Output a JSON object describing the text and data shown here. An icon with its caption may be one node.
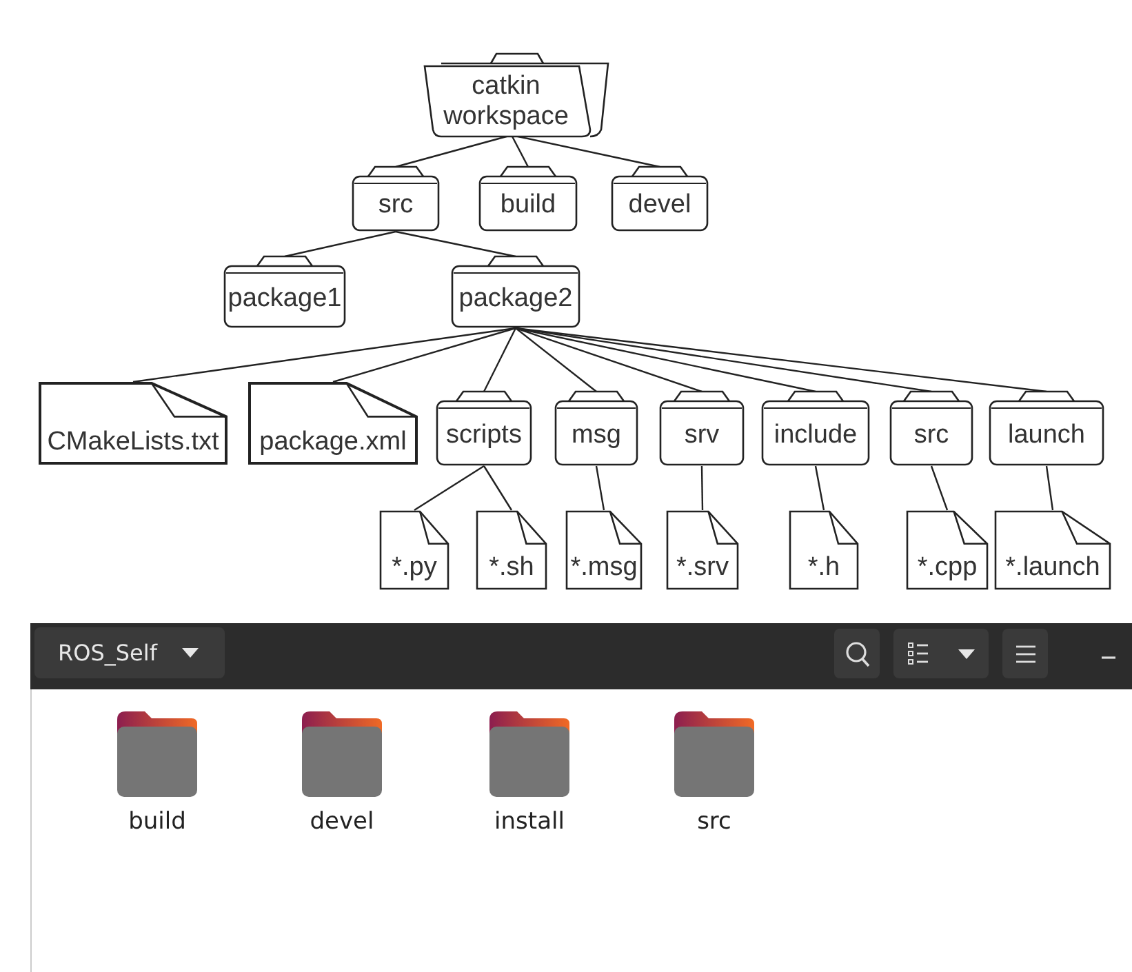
{
  "diagram": {
    "nodes": [
      {
        "text": [
          "catkin workspace"
        ]
      },
      {
        "text": [
          "src"
        ]
      },
      {
        "text": [
          "build"
        ]
      },
      {
        "text": [
          "devel"
        ]
      },
      {
        "text": [
          "package1"
        ]
      },
      {
        "text": [
          "package2"
        ]
      },
      {
        "text": [
          "CMakeLists.txt"
        ]
      },
      {
        "text": [
          "package.xml"
        ]
      },
      {
        "text": [
          "scripts"
        ]
      },
      {
        "text": [
          "msg"
        ]
      },
      {
        "text": [
          "srv"
        ]
      },
      {
        "text": [
          "include"
        ]
      },
      {
        "text": [
          "src"
        ]
      },
      {
        "text": [
          "launch"
        ]
      },
      {
        "text": [
          "*.py"
        ]
      },
      {
        "text": [
          "*.sh"
        ]
      },
      {
        "text": [
          "*.msg"
        ]
      },
      {
        "text": [
          "*.srv"
        ]
      },
      {
        "text": [
          "*.h"
        ]
      },
      {
        "text": [
          "*.cpp"
        ]
      },
      {
        "text": [
          "*.launch"
        ]
      }
    ],
    "edges": [
      {
        "from": 0,
        "to": 1,
        "arrow": "none"
      },
      {
        "from": 0,
        "to": 2,
        "arrow": "none"
      },
      {
        "from": 0,
        "to": 3,
        "arrow": "none"
      },
      {
        "from": 1,
        "to": 4,
        "arrow": "none"
      },
      {
        "from": 1,
        "to": 5,
        "arrow": "none"
      },
      {
        "from": 5,
        "to": 6,
        "arrow": "none"
      },
      {
        "from": 5,
        "to": 7,
        "arrow": "none"
      },
      {
        "from": 5,
        "to": 8,
        "arrow": "none"
      },
      {
        "from": 5,
        "to": 9,
        "arrow": "none"
      },
      {
        "from": 5,
        "to": 10,
        "arrow": "none"
      },
      {
        "from": 5,
        "to": 11,
        "arrow": "none"
      },
      {
        "from": 5,
        "to": 12,
        "arrow": "none"
      },
      {
        "from": 5,
        "to": 13,
        "arrow": "none"
      },
      {
        "from": 8,
        "to": 14,
        "arrow": "none"
      },
      {
        "from": 8,
        "to": 15,
        "arrow": "none"
      },
      {
        "from": 9,
        "to": 16,
        "arrow": "none"
      },
      {
        "from": 10,
        "to": 17,
        "arrow": "none"
      },
      {
        "from": 11,
        "to": 18,
        "arrow": "none"
      },
      {
        "from": 12,
        "to": 19,
        "arrow": "none"
      },
      {
        "from": 13,
        "to": 20,
        "arrow": "none"
      }
    ],
    "labels": [
      "ROS_Self",
      "build",
      "devel",
      "install",
      "src"
    ]
  }
}
